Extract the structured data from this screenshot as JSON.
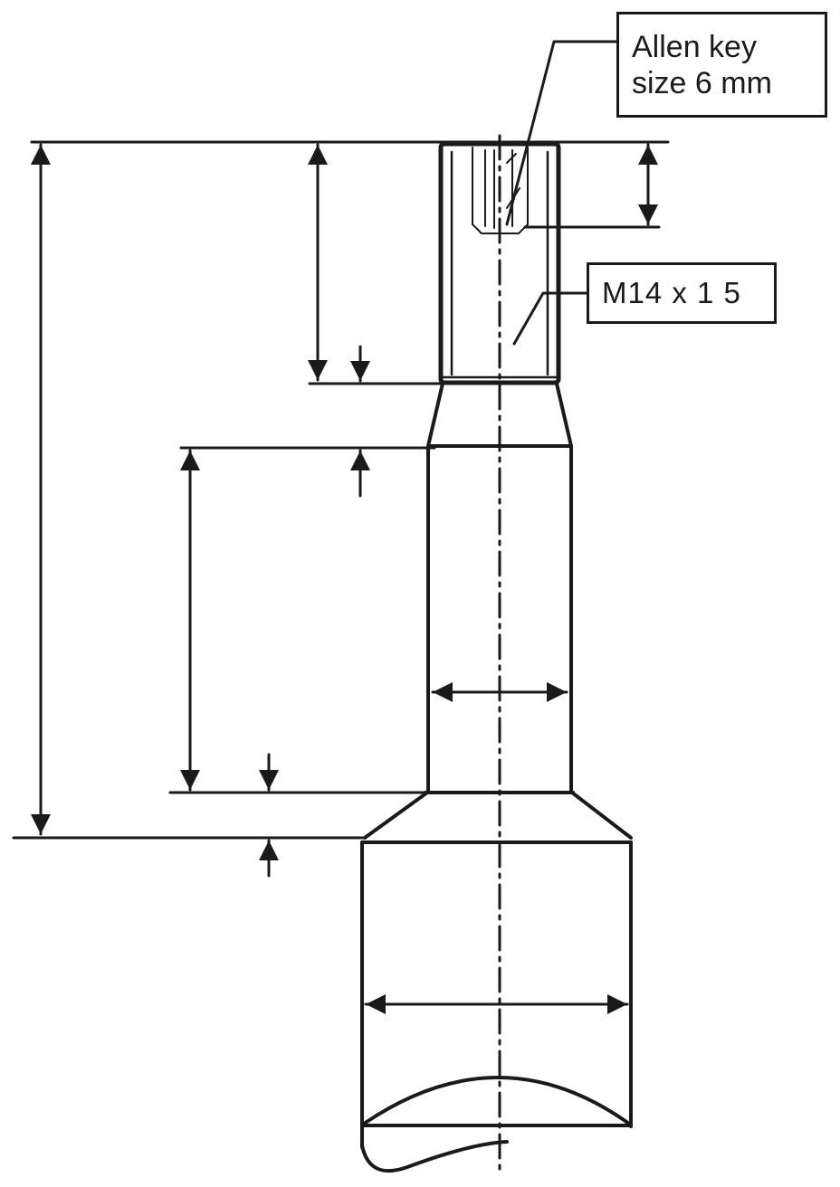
{
  "callouts": {
    "allen_key": {
      "line1": "Allen key",
      "line2": "size 6 mm"
    },
    "thread": {
      "label": "M14 x 1 5"
    }
  },
  "colors": {
    "stroke": "#1a1a1a",
    "background": "#ffffff"
  }
}
